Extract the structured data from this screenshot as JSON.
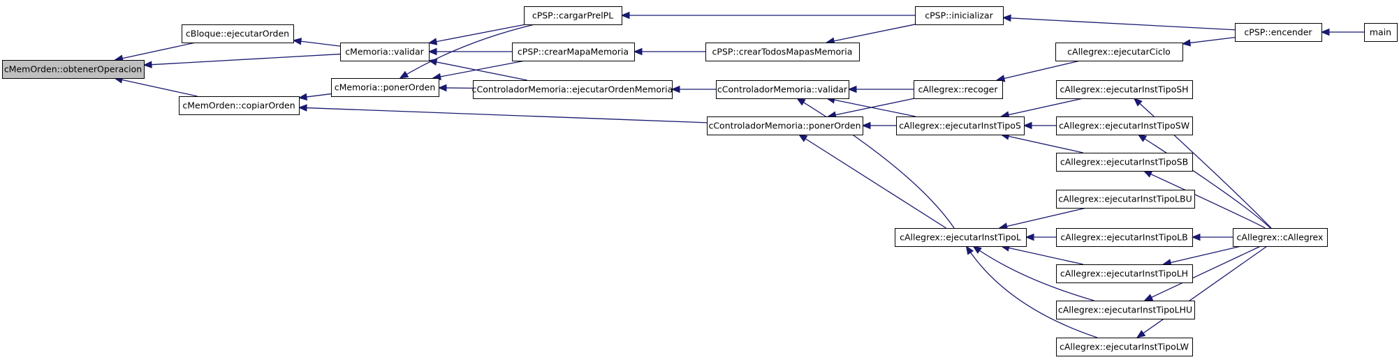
{
  "graph": {
    "title": "",
    "colors": {
      "edge": "#191970",
      "node_border": "#000000",
      "node_fill": "#ffffff",
      "root_fill": "#bfbfbf"
    },
    "nodes": [
      {
        "id": "obtenerOperacion",
        "label": "cMemOrden::obtenerOperacion",
        "root": true
      },
      {
        "id": "bloqueEjecutarOrden",
        "label": "cBloque::ejecutarOrden"
      },
      {
        "id": "copiarOrden",
        "label": "cMemOrden::copiarOrden"
      },
      {
        "id": "memValidar",
        "label": "cMemoria::validar"
      },
      {
        "id": "memPonerOrden",
        "label": "cMemoria::ponerOrden"
      },
      {
        "id": "cargarPrelPL",
        "label": "cPSP::cargarPrelPL"
      },
      {
        "id": "crearMapaMemoria",
        "label": "cPSP::crearMapaMemoria"
      },
      {
        "id": "ejecutarOrdenMemoria",
        "label": "cControladorMemoria::ejecutarOrdenMemoria"
      },
      {
        "id": "crearTodosMapasMemoria",
        "label": "cPSP::crearTodosMapasMemoria"
      },
      {
        "id": "ctrlValidar",
        "label": "cControladorMemoria::validar"
      },
      {
        "id": "ctrlPonerOrden",
        "label": "cControladorMemoria::ponerOrden"
      },
      {
        "id": "inicializar",
        "label": "cPSP::inicializar"
      },
      {
        "id": "recoger",
        "label": "cAllegrex::recoger"
      },
      {
        "id": "instS",
        "label": "cAllegrex::ejecutarInstTipoS"
      },
      {
        "id": "instL",
        "label": "cAllegrex::ejecutarInstTipoL"
      },
      {
        "id": "ejecutarCiclo",
        "label": "cAllegrex::ejecutarCiclo"
      },
      {
        "id": "instSH",
        "label": "cAllegrex::ejecutarInstTipoSH"
      },
      {
        "id": "instSW",
        "label": "cAllegrex::ejecutarInstTipoSW"
      },
      {
        "id": "instSB",
        "label": "cAllegrex::ejecutarInstTipoSB"
      },
      {
        "id": "instLBU",
        "label": "cAllegrex::ejecutarInstTipoLBU"
      },
      {
        "id": "instLB",
        "label": "cAllegrex::ejecutarInstTipoLB"
      },
      {
        "id": "instLH",
        "label": "cAllegrex::ejecutarInstTipoLH"
      },
      {
        "id": "instLHU",
        "label": "cAllegrex::ejecutarInstTipoLHU"
      },
      {
        "id": "instLW",
        "label": "cAllegrex::ejecutarInstTipoLW"
      },
      {
        "id": "encender",
        "label": "cPSP::encender"
      },
      {
        "id": "cAllegrex",
        "label": "cAllegrex::cAllegrex"
      },
      {
        "id": "main",
        "label": "main"
      }
    ],
    "edges": [
      {
        "from": "bloqueEjecutarOrden",
        "to": "obtenerOperacion"
      },
      {
        "from": "memValidar",
        "to": "obtenerOperacion"
      },
      {
        "from": "copiarOrden",
        "to": "obtenerOperacion"
      },
      {
        "from": "memValidar",
        "to": "bloqueEjecutarOrden"
      },
      {
        "from": "memPonerOrden",
        "to": "copiarOrden"
      },
      {
        "from": "ctrlPonerOrden",
        "to": "copiarOrden"
      },
      {
        "from": "cargarPrelPL",
        "to": "memValidar"
      },
      {
        "from": "crearMapaMemoria",
        "to": "memValidar"
      },
      {
        "from": "ejecutarOrdenMemoria",
        "to": "memValidar"
      },
      {
        "from": "cargarPrelPL",
        "to": "memPonerOrden"
      },
      {
        "from": "crearMapaMemoria",
        "to": "memPonerOrden"
      },
      {
        "from": "ejecutarOrdenMemoria",
        "to": "memPonerOrden"
      },
      {
        "from": "inicializar",
        "to": "cargarPrelPL"
      },
      {
        "from": "crearTodosMapasMemoria",
        "to": "crearMapaMemoria"
      },
      {
        "from": "inicializar",
        "to": "crearTodosMapasMemoria"
      },
      {
        "from": "ctrlValidar",
        "to": "ejecutarOrdenMemoria"
      },
      {
        "from": "recoger",
        "to": "ctrlValidar"
      },
      {
        "from": "instS",
        "to": "ctrlValidar"
      },
      {
        "from": "instL",
        "to": "ctrlValidar"
      },
      {
        "from": "recoger",
        "to": "ctrlPonerOrden"
      },
      {
        "from": "instS",
        "to": "ctrlPonerOrden"
      },
      {
        "from": "instL",
        "to": "ctrlPonerOrden"
      },
      {
        "from": "encender",
        "to": "inicializar"
      },
      {
        "from": "ejecutarCiclo",
        "to": "recoger"
      },
      {
        "from": "encender",
        "to": "ejecutarCiclo"
      },
      {
        "from": "main",
        "to": "encender"
      },
      {
        "from": "instSH",
        "to": "instS"
      },
      {
        "from": "instSW",
        "to": "instS"
      },
      {
        "from": "instSB",
        "to": "instS"
      },
      {
        "from": "instLBU",
        "to": "instL"
      },
      {
        "from": "instLB",
        "to": "instL"
      },
      {
        "from": "instLH",
        "to": "instL"
      },
      {
        "from": "instLHU",
        "to": "instL"
      },
      {
        "from": "instLW",
        "to": "instL"
      },
      {
        "from": "cAllegrex",
        "to": "instSH"
      },
      {
        "from": "cAllegrex",
        "to": "instSW"
      },
      {
        "from": "cAllegrex",
        "to": "instSB"
      },
      {
        "from": "cAllegrex",
        "to": "instLB"
      },
      {
        "from": "cAllegrex",
        "to": "instLH"
      },
      {
        "from": "cAllegrex",
        "to": "instLHU"
      },
      {
        "from": "cAllegrex",
        "to": "instLW"
      }
    ]
  }
}
